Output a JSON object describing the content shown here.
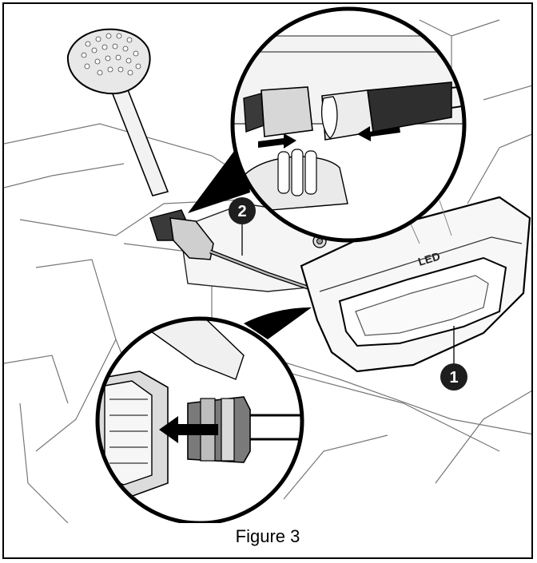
{
  "figure": {
    "caption": "Figure 3",
    "callouts": [
      {
        "number": "1",
        "part": "LED light unit"
      },
      {
        "number": "2",
        "part": "Wiring harness"
      }
    ],
    "lamp_marking": "LED"
  },
  "colors": {
    "line": "#000000",
    "fill_light": "#f2f2f2",
    "fill_mid": "#cfcfcf",
    "fill_dark": "#2b2b2b",
    "callout_bg": "#1e1e1e"
  },
  "icons": [
    "arrow-right-icon",
    "arrow-left-icon",
    "magnifier-detail-icon"
  ]
}
